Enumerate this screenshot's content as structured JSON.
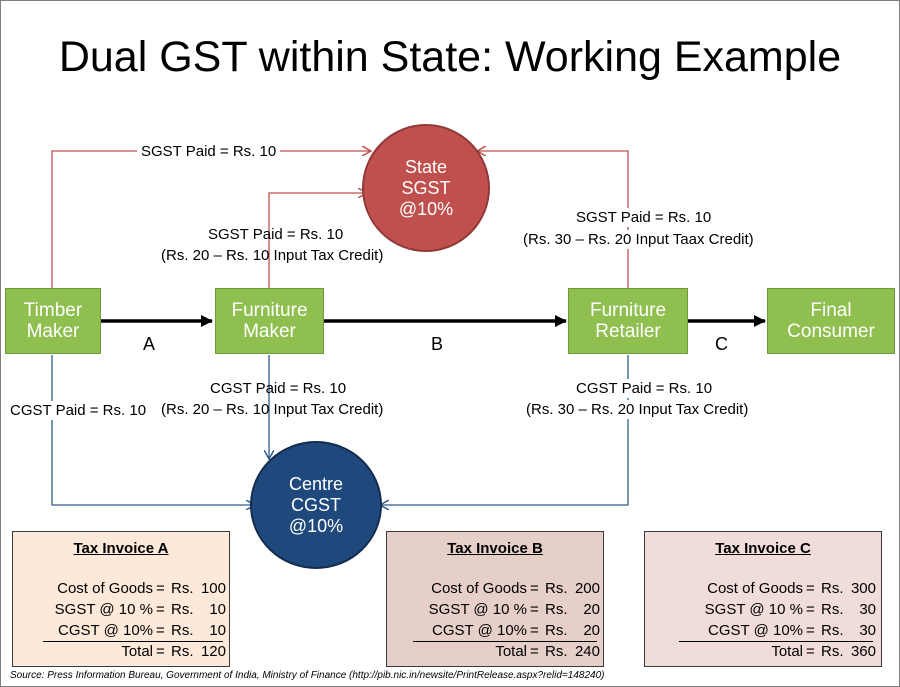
{
  "title": "Dual GST within State: Working Example",
  "nodes": {
    "timber": "Timber\nMaker",
    "furniture_maker": "Furniture\nMaker",
    "furniture_retailer": "Furniture\nRetailer",
    "final_consumer": "Final\nConsumer"
  },
  "circles": {
    "state": "State\nSGST\n@10%",
    "centre": "Centre\nCGST\n@10%"
  },
  "segments": [
    "A",
    "B",
    "C"
  ],
  "labels": {
    "sgst_timber": "SGST Paid = Rs. 10",
    "sgst_maker_1": "SGST Paid = Rs. 10",
    "sgst_maker_2": "(Rs. 20 – Rs. 10 Input Tax Credit)",
    "sgst_retailer_1": "SGST Paid = Rs. 10",
    "sgst_retailer_2": "(Rs. 30 – Rs. 20 Input Taax Credit)",
    "cgst_timber": "CGST Paid = Rs. 10",
    "cgst_maker_1": "CGST Paid = Rs. 10",
    "cgst_maker_2": "(Rs. 20 – Rs. 10 Input Tax Credit)",
    "cgst_retailer_1": "CGST Paid = Rs. 10",
    "cgst_retailer_2": "(Rs. 30 – Rs. 20 Input Tax Credit)"
  },
  "invoices": [
    {
      "title": "Tax Invoice A",
      "bg": "#fde9d9",
      "rows": [
        {
          "label": "Cost of Goods",
          "eq": "=",
          "cur": "Rs.",
          "value": "100"
        },
        {
          "label": "SGST @ 10 %",
          "eq": "=",
          "cur": "Rs.",
          "value": "10"
        },
        {
          "label": "CGST @ 10%",
          "eq": "=",
          "cur": "Rs.",
          "value": "10"
        },
        {
          "label": "Total",
          "eq": "=",
          "cur": "Rs.",
          "value": "120"
        }
      ]
    },
    {
      "title": "Tax Invoice B",
      "bg": "#e6cfc8",
      "rows": [
        {
          "label": "Cost of Goods",
          "eq": "=",
          "cur": "Rs.",
          "value": "200"
        },
        {
          "label": "SGST @ 10 %",
          "eq": "=",
          "cur": "Rs.",
          "value": "20"
        },
        {
          "label": "CGST @ 10%",
          "eq": "=",
          "cur": "Rs.",
          "value": "20"
        },
        {
          "label": "Total",
          "eq": "=",
          "cur": "Rs.",
          "value": "240"
        }
      ]
    },
    {
      "title": "Tax Invoice C",
      "bg": "#f0dcd8",
      "rows": [
        {
          "label": "Cost of Goods",
          "eq": "=",
          "cur": "Rs.",
          "value": "300"
        },
        {
          "label": "SGST @ 10 %",
          "eq": "=",
          "cur": "Rs.",
          "value": "30"
        },
        {
          "label": "CGST @ 10%",
          "eq": "=",
          "cur": "Rs.",
          "value": "30"
        },
        {
          "label": "Total",
          "eq": "=",
          "cur": "Rs.",
          "value": "360"
        }
      ]
    }
  ],
  "source": "Source: Press Information Bureau, Government of India, Ministry of Finance (http://pib.nic.in/newsite/PrintRelease.aspx?relid=148240)",
  "colors": {
    "node_green": "#8fbf4f",
    "state_red": "#c0504d",
    "centre_blue": "#1f497d",
    "sgst_line": "#c0504d",
    "cgst_line": "#2e5c8e"
  }
}
